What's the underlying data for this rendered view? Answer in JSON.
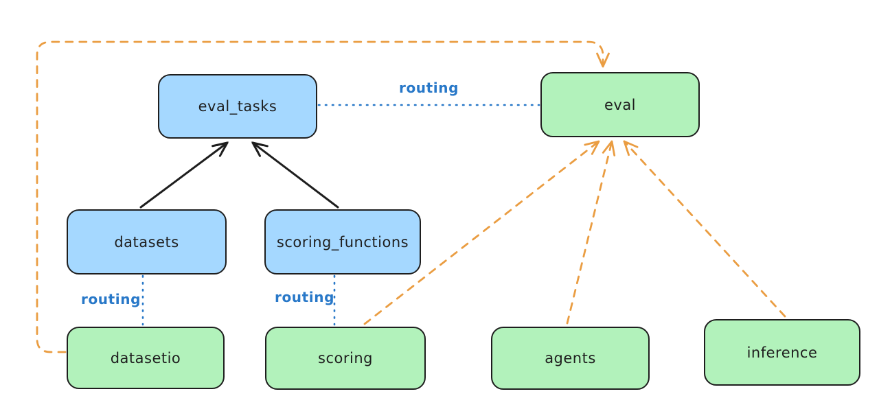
{
  "diagram": {
    "colors": {
      "background": "#ffffff",
      "node_stroke": "#1e1e1e",
      "blue_fill": "#a5d8ff",
      "green_fill": "#b2f2bb",
      "routing_blue": "#2878c8",
      "edge_orange": "#ea9d42",
      "edge_black": "#1e1e1e"
    },
    "nodes": [
      {
        "id": "eval_tasks",
        "label": "eval_tasks",
        "color": "blue"
      },
      {
        "id": "eval",
        "label": "eval",
        "color": "green"
      },
      {
        "id": "datasets",
        "label": "datasets",
        "color": "blue"
      },
      {
        "id": "scoring_functions",
        "label": "scoring_functions",
        "color": "blue"
      },
      {
        "id": "datasetio",
        "label": "datasetio",
        "color": "green"
      },
      {
        "id": "scoring",
        "label": "scoring",
        "color": "green"
      },
      {
        "id": "agents",
        "label": "agents",
        "color": "green"
      },
      {
        "id": "inference",
        "label": "inference",
        "color": "green"
      }
    ],
    "edges": [
      {
        "from": "eval_tasks",
        "to": "eval",
        "style": "dotted",
        "color": "blue",
        "label": "routing",
        "arrow": "none"
      },
      {
        "from": "datasets",
        "to": "eval_tasks",
        "style": "solid",
        "color": "black",
        "label": "",
        "arrow": "to"
      },
      {
        "from": "scoring_functions",
        "to": "eval_tasks",
        "style": "solid",
        "color": "black",
        "label": "",
        "arrow": "to"
      },
      {
        "from": "datasets",
        "to": "datasetio",
        "style": "dotted",
        "color": "blue",
        "label": "routing",
        "arrow": "none"
      },
      {
        "from": "scoring_functions",
        "to": "scoring",
        "style": "dotted",
        "color": "blue",
        "label": "routing",
        "arrow": "none"
      },
      {
        "from": "datasetio",
        "to": "eval",
        "style": "dashed",
        "color": "orange",
        "label": "",
        "arrow": "to"
      },
      {
        "from": "scoring",
        "to": "eval",
        "style": "dashed",
        "color": "orange",
        "label": "",
        "arrow": "to"
      },
      {
        "from": "agents",
        "to": "eval",
        "style": "dashed",
        "color": "orange",
        "label": "",
        "arrow": "to"
      },
      {
        "from": "inference",
        "to": "eval",
        "style": "dashed",
        "color": "orange",
        "label": "",
        "arrow": "to"
      }
    ]
  }
}
